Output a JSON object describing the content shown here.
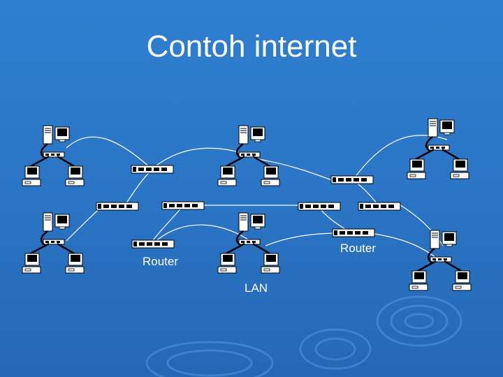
{
  "slide": {
    "title": "Contoh internet"
  },
  "labels": {
    "router_left": "Router",
    "router_right": "Router",
    "lan": "LAN"
  },
  "colors": {
    "background": "#2a74c4",
    "line": "#ffffff",
    "device": "#ffffff"
  }
}
